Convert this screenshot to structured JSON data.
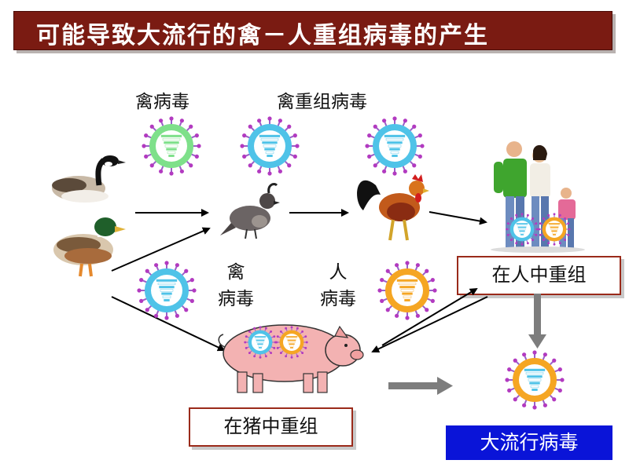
{
  "title": "可能导致大流行的禽－人重组病毒的产生",
  "labels": {
    "avian_virus": "禽病毒",
    "avian_recombinant_virus": "禽重组病毒",
    "pig_avian_line1": "禽",
    "pig_avian_line2": "病毒",
    "pig_human_line1": "人",
    "pig_human_line2": "病毒"
  },
  "boxes": {
    "human_recombination": "在人中重组",
    "pig_recombination": "在猪中重组",
    "pandemic_virus": "大流行病毒"
  },
  "colors": {
    "title_background": "#7a1b12",
    "box_border": "#9a2a1a",
    "pandemic_box": "#0a14d8",
    "avian_virus": "#7ee08a",
    "recombinant_virus": "#4fc3e8",
    "human_virus": "#f5a623"
  },
  "icons": [
    "goose-icon",
    "mallard-duck-icon",
    "quail-icon",
    "rooster-icon",
    "human-family-icon",
    "pig-icon",
    "virus-icon",
    "arrow-icon"
  ]
}
